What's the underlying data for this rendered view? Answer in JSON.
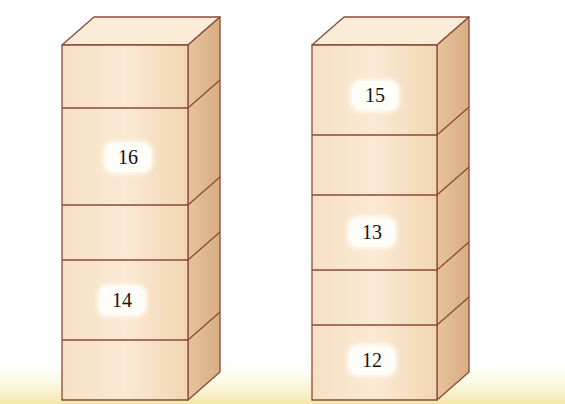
{
  "diagram": {
    "nodes": [
      {
        "text": [
          "16"
        ]
      },
      {
        "text": [
          "14"
        ]
      },
      {
        "text": [
          "15"
        ]
      },
      {
        "text": [
          "13"
        ]
      },
      {
        "text": [
          "12"
        ]
      }
    ]
  }
}
